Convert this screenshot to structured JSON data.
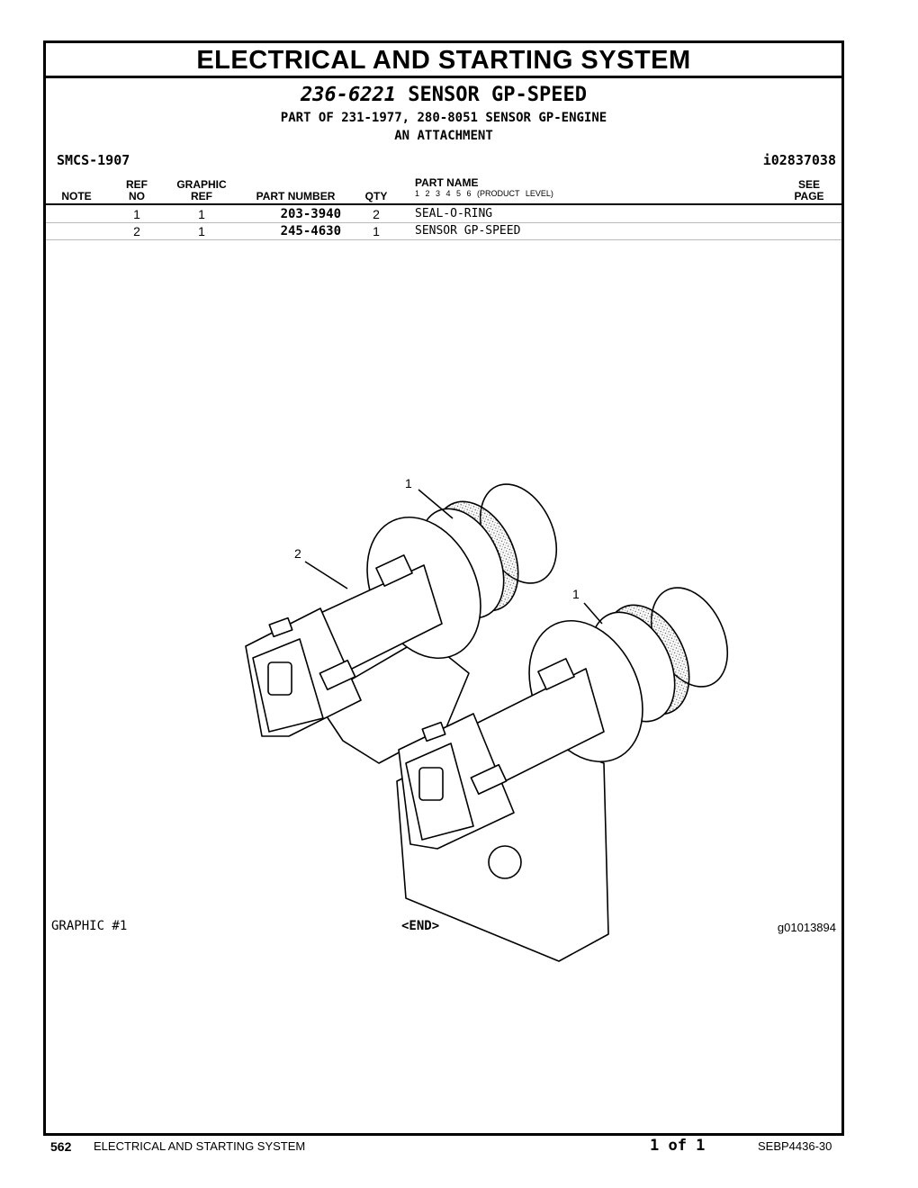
{
  "title": "ELECTRICAL AND STARTING SYSTEM",
  "part_header": {
    "number": "236-6221",
    "name": "SENSOR GP-SPEED",
    "part_of": "PART OF 231-1977, 280-8051 SENSOR GP-ENGINE",
    "attachment": "AN ATTACHMENT"
  },
  "smcs": "SMCS-1907",
  "doc_ref": "i02837038",
  "columns": {
    "note": "NOTE",
    "ref_top": "REF",
    "ref_bottom": "NO",
    "graphic_top": "GRAPHIC",
    "graphic_bottom": "REF",
    "part_number": "PART NUMBER",
    "qty": "QTY",
    "part_name": "PART NAME",
    "levels": "1 2 3 4 5 6 (PRODUCT LEVEL)",
    "see_top": "SEE",
    "see_bottom": "PAGE"
  },
  "parts": [
    {
      "ref_no": "1",
      "graphic_ref": "1",
      "part_number": "203-3940",
      "qty": "2",
      "part_name": "SEAL-O-RING"
    },
    {
      "ref_no": "2",
      "graphic_ref": "1",
      "part_number": "245-4630",
      "qty": "1",
      "part_name": "SENSOR GP-SPEED"
    }
  ],
  "callouts": [
    "1",
    "2",
    "1"
  ],
  "graphic": {
    "label": "GRAPHIC #1",
    "end": "<END>",
    "id": "g01013894"
  },
  "footer": {
    "page": "562",
    "section": "ELECTRICAL AND STARTING SYSTEM",
    "page_of": "1 of 1",
    "doc": "SEBP4436-30"
  }
}
